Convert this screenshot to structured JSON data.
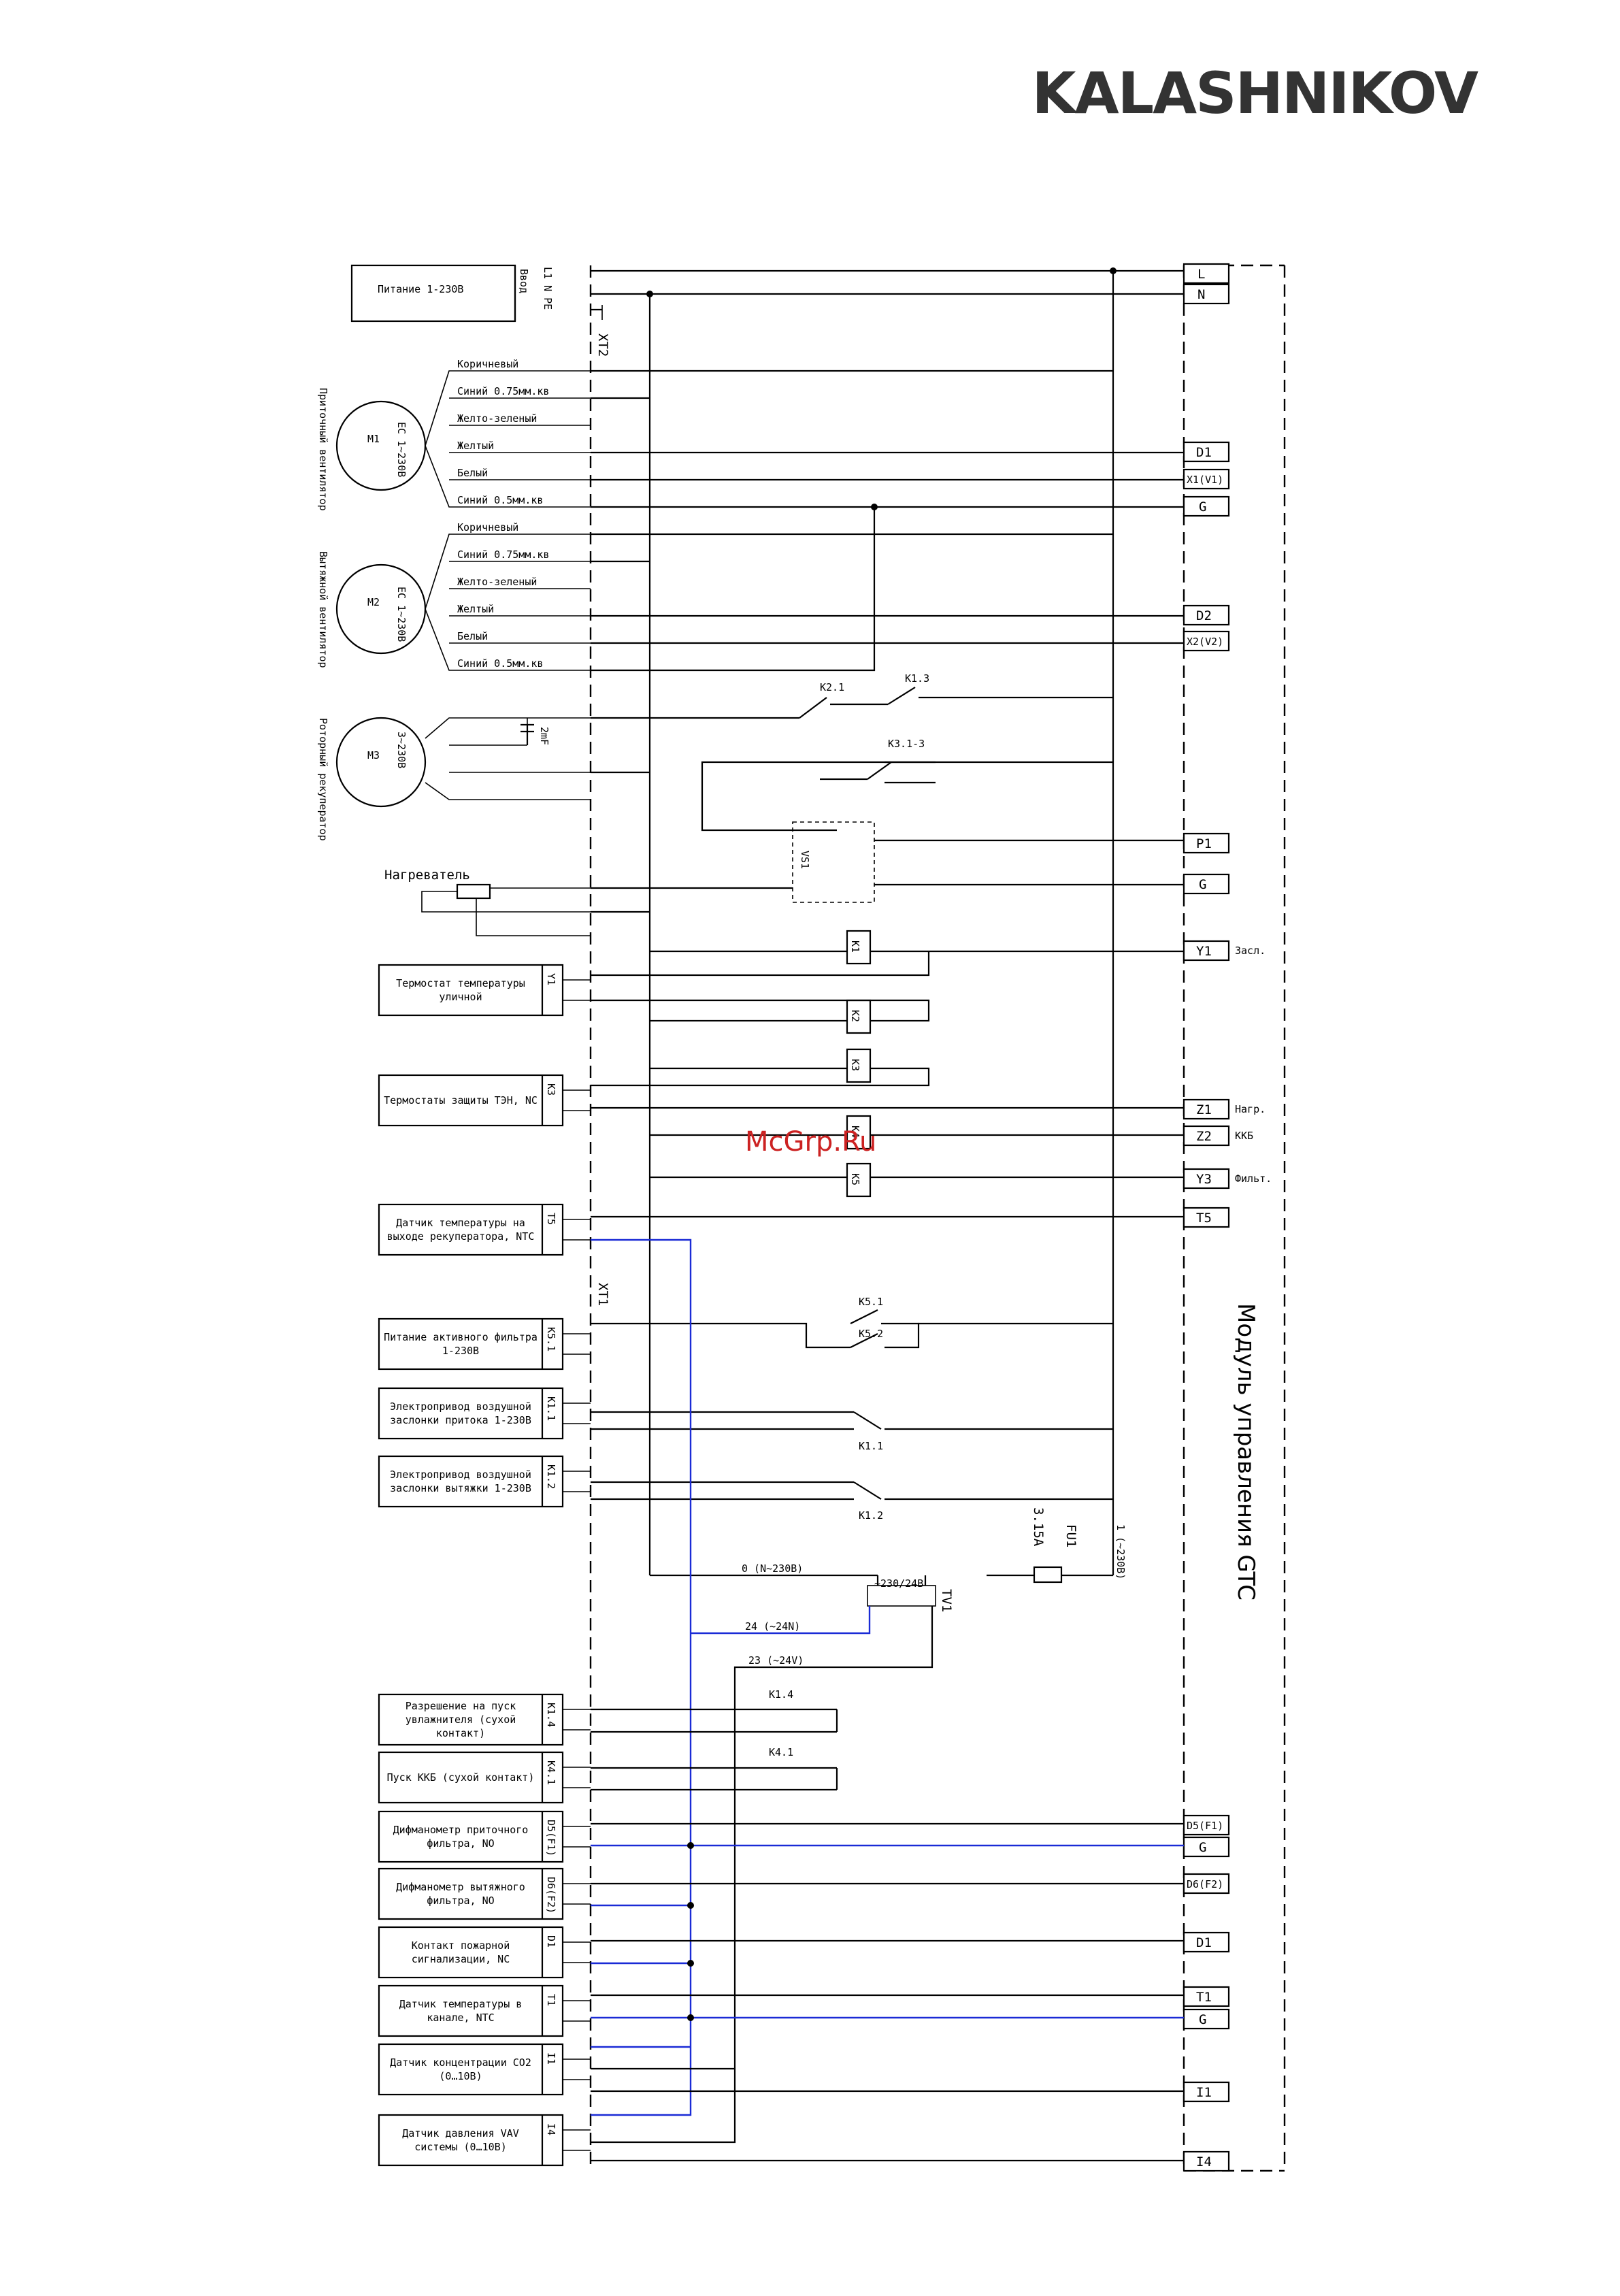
{
  "brand": "KALASHNIKOV",
  "watermark": "McGrp.Ru",
  "module_title": "Модуль управления GTC",
  "colors": {
    "wire": "#000000",
    "low_voltage_wire": "#1a2bd6",
    "watermark": "#cc2222",
    "brand": "#333333"
  },
  "power_input": {
    "title": "Питание 1-230В",
    "tag": "Ввод",
    "terminals": "L1 N PE"
  },
  "terminal_block_xt2": "XT2",
  "terminal_block_xt1": "XT1",
  "fans": [
    {
      "id": "M1",
      "spec": "EC 1~230В",
      "name": "Приточный вентилятор",
      "wires": [
        "Коричневый",
        "Синий 0.75мм.кв",
        "Желто-зеленый",
        "Желтый",
        "Белый",
        "Синий 0.5мм.кв"
      ]
    },
    {
      "id": "M2",
      "spec": "EC 1~230В",
      "name": "Вытяжной вентилятор",
      "wires": [
        "Коричневый",
        "Синий 0.75мм.кв",
        "Желто-зеленый",
        "Желтый",
        "Белый",
        "Синий 0.5мм.кв"
      ]
    },
    {
      "id": "M3",
      "spec": "3~230В",
      "name": "Роторный рекуператор",
      "capacitor": "2mF"
    }
  ],
  "heater": {
    "name": "Нагреватель"
  },
  "devices": [
    {
      "name": "Термостат температуры уличной",
      "tag": "Y1"
    },
    {
      "name": "Термостаты защиты ТЭН, NC",
      "tag": "K3"
    },
    {
      "name": "Датчик температуры на выходе рекуператора, NTC",
      "tag": "T5"
    },
    {
      "name": "Питание активного фильтра 1-230В",
      "tag": "K5.1"
    },
    {
      "name": "Электропривод воздушной заслонки притока 1-230В",
      "tag": "K1.1"
    },
    {
      "name": "Электропривод воздушной заслонки вытяжки 1-230В",
      "tag": "K1.2"
    },
    {
      "name": "Разрешение на пуск увлажнителя (сухой контакт)",
      "tag": "K1.4"
    },
    {
      "name": "Пуск ККБ (сухой контакт)",
      "tag": "K4.1"
    },
    {
      "name": "Дифманометр приточного фильтра, NO",
      "tag": "D5(F1)"
    },
    {
      "name": "Дифманометр вытяжного фильтра, NO",
      "tag": "D6(F2)"
    },
    {
      "name": "Контакт пожарной сигнализации, NC",
      "tag": "D1"
    },
    {
      "name": "Датчик температуры в канале, NTC",
      "tag": "T1"
    },
    {
      "name": "Датчик концентрации CO2 (0…10В)",
      "tag": "I1"
    },
    {
      "name": "Датчик давления VAV системы (0…10В)",
      "tag": "I4"
    }
  ],
  "module_terminals": [
    "L",
    "N",
    "D1",
    "X1(V1)",
    "G",
    "D2",
    "X2(V2)",
    "P1",
    "G",
    "Y1",
    "Z1",
    "Z2",
    "Y3",
    "T5",
    "D5(F1)",
    "G",
    "D6(F2)",
    "D1",
    "T1",
    "G",
    "I1",
    "I4"
  ],
  "module_terminal_notes": [
    "Засл.",
    "Нагр.",
    "ККБ",
    "Фильт."
  ],
  "relays": [
    "K1",
    "K2",
    "K3",
    "K4",
    "K5"
  ],
  "contacts": [
    "K2.1",
    "K1.3",
    "K3.1-3",
    "K5.1",
    "K5.2",
    "K1.1",
    "K1.2",
    "K1.4",
    "K4.1"
  ],
  "fuse": {
    "id": "FU1",
    "rating": "3.15A"
  },
  "transformer": {
    "id": "TV1",
    "ratio": "~230/24В"
  },
  "triac": "VS1",
  "bus_labels": {
    "n": "0 (N~230В)",
    "l": "1 (~230В)",
    "low_n": "24 (~24N)",
    "low_v": "23 (~24V)"
  }
}
